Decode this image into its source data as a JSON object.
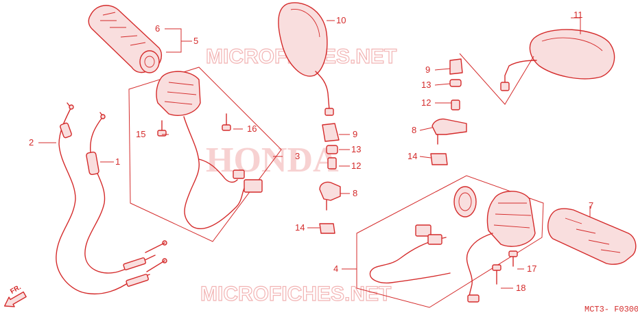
{
  "watermarks": {
    "top": "MICROFICHES.NET",
    "bottom": "MICROFICHES.NET",
    "center": "HONDA"
  },
  "diagram_code": "MCT3- F0300",
  "direction_marker": "FR.",
  "callouts": {
    "c1": "1",
    "c2": "2",
    "c3": "3",
    "c4": "4",
    "c5": "5",
    "c6": "6",
    "c7": "7",
    "c8a": "8",
    "c8b": "8",
    "c9a": "9",
    "c9b": "9",
    "c10": "10",
    "c11": "11",
    "c12a": "12",
    "c12b": "12",
    "c13a": "13",
    "c13b": "13",
    "c14a": "14",
    "c14b": "14",
    "c15": "15",
    "c16": "16",
    "c17": "17",
    "c18": "18"
  },
  "colors": {
    "line": "#d42a2a",
    "watermark": "#f2b3b3",
    "fill": "#f9dede"
  }
}
